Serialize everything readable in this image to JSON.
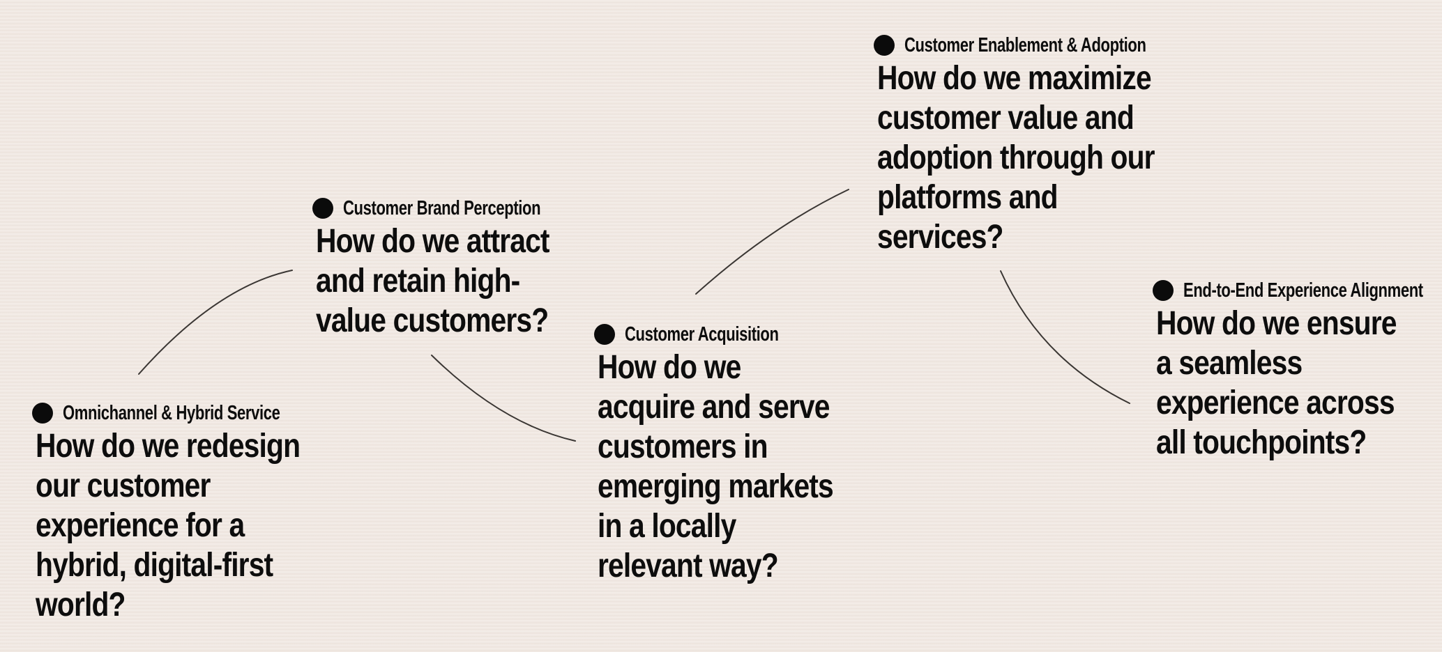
{
  "canvas": {
    "background_color": "#f0e8e2",
    "text_color": "#0d0d0d",
    "connector_color": "#3a3633",
    "dot_color": "#0b0b0b"
  },
  "nodes": [
    {
      "id": "omnichannel-hybrid-service",
      "label": "Omnichannel & Hybrid Service",
      "question": "How do we redesign\nour customer\nexperience for a\nhybrid, digital-first\nworld?"
    },
    {
      "id": "customer-brand-perception",
      "label": "Customer Brand Perception",
      "question": "How do we attract\nand retain high-\nvalue customers?"
    },
    {
      "id": "customer-acquisition",
      "label": "Customer Acquisition",
      "question": "How do we\nacquire and serve\ncustomers in\nemerging markets\nin a locally\nrelevant way?"
    },
    {
      "id": "customer-enablement-adoption",
      "label": "Customer Enablement & Adoption",
      "question": "How do we maximize\ncustomer value and\nadoption through our\nplatforms and\nservices?"
    },
    {
      "id": "end-to-end-experience-alignment",
      "label": "End-to-End Experience Alignment",
      "question": "How do we ensure\na seamless\nexperience across\nall touchpoints?"
    }
  ]
}
